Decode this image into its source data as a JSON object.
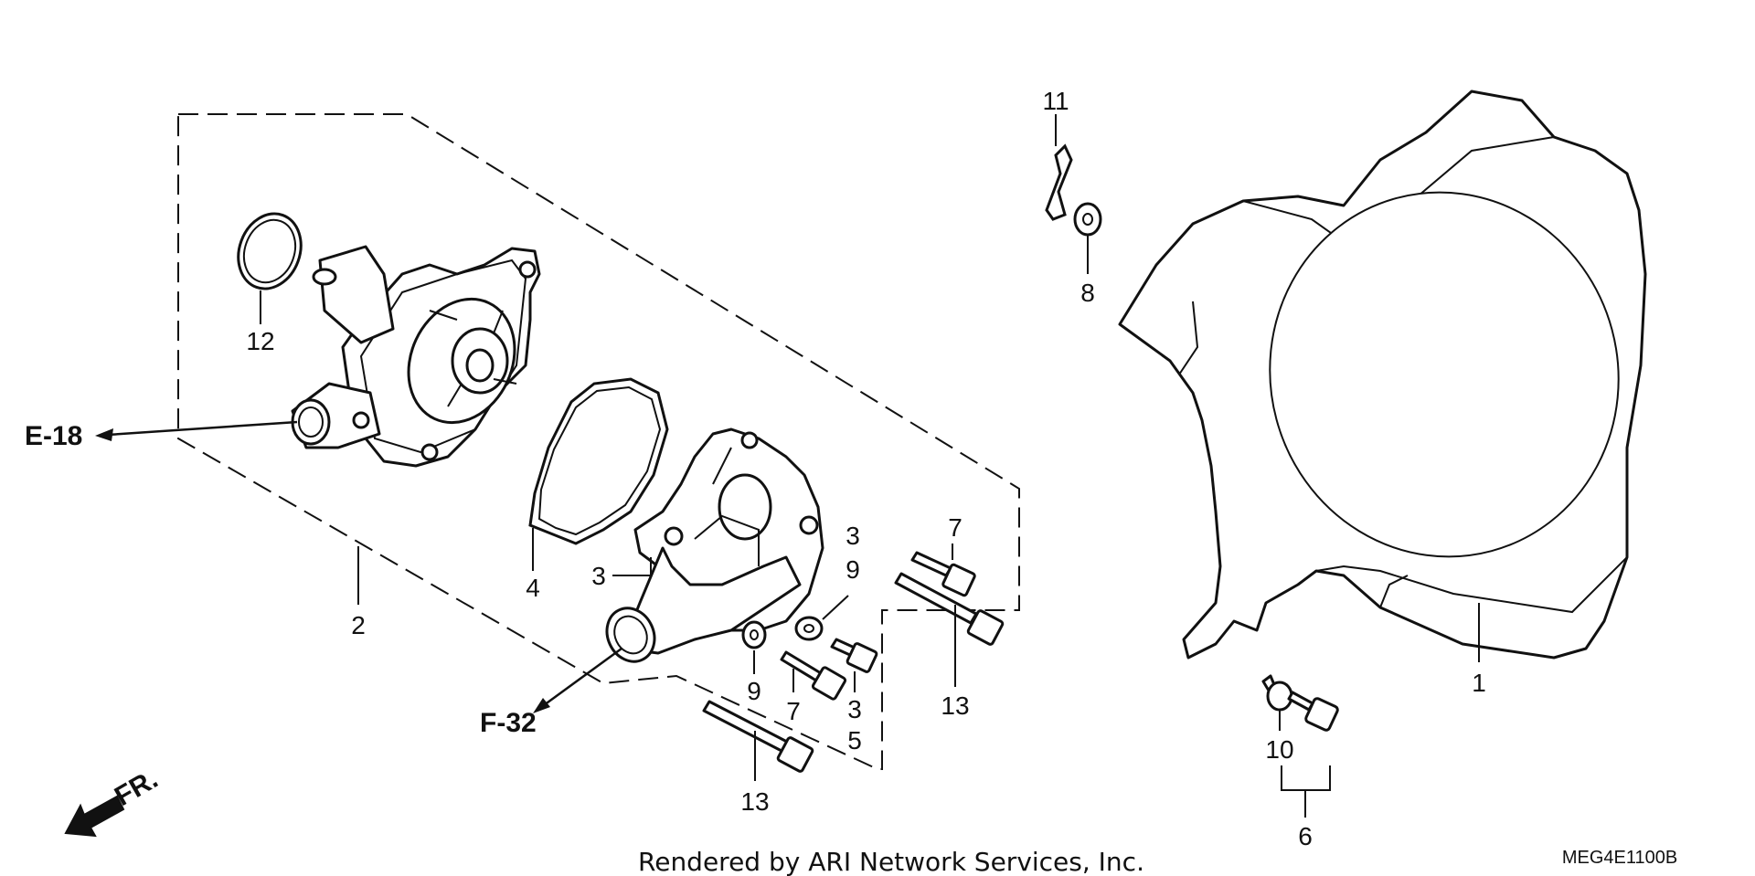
{
  "diagram": {
    "callouts": {
      "c1": "1",
      "c2": "2",
      "c3a": "3",
      "c3b": "3",
      "c3c": "3",
      "c4": "4",
      "c5": "5",
      "c6": "6",
      "c7a": "7",
      "c7b": "7",
      "c8": "8",
      "c9a": "9",
      "c9b": "9",
      "c10": "10",
      "c11": "11",
      "c12": "12",
      "c13a": "13",
      "c13b": "13"
    },
    "refs": {
      "e18": "E-18",
      "f32": "F-32"
    },
    "direction_label": "FR.",
    "footer": "Rendered by ARI Network Services, Inc.",
    "code": "MEG4E1100B"
  }
}
